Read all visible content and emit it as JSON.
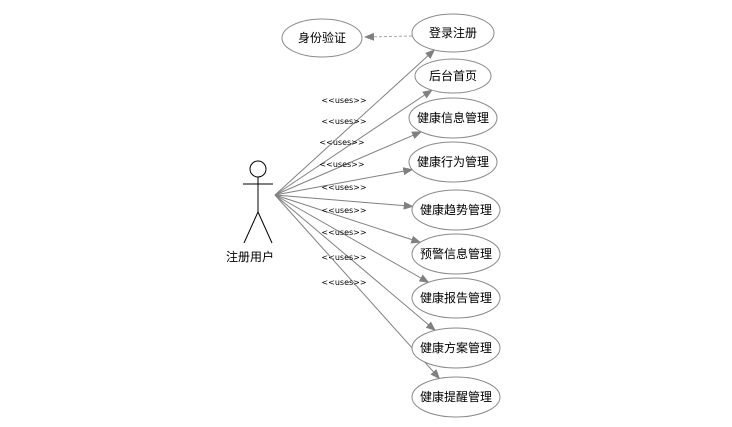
{
  "actor": {
    "label": "注册用户",
    "icon": "stick-figure-icon"
  },
  "stereotype": "<<uses>>",
  "use_cases": [
    {
      "id": "login",
      "label": "登录注册"
    },
    {
      "id": "home",
      "label": "后台首页"
    },
    {
      "id": "health-info",
      "label": "健康信息管理"
    },
    {
      "id": "health-behavior",
      "label": "健康行为管理"
    },
    {
      "id": "health-trend",
      "label": "健康趋势管理"
    },
    {
      "id": "warning-info",
      "label": "预警信息管理"
    },
    {
      "id": "health-report",
      "label": "健康报告管理"
    },
    {
      "id": "health-plan",
      "label": "健康方案管理"
    },
    {
      "id": "health-reminder",
      "label": "健康提醒管理"
    }
  ],
  "include_case": {
    "id": "auth",
    "label": "身份验证"
  },
  "colors": {
    "line": "#808080",
    "ellipse_stroke": "#8a8a8a",
    "text": "#000000",
    "dashed": "#a6a6a6"
  }
}
